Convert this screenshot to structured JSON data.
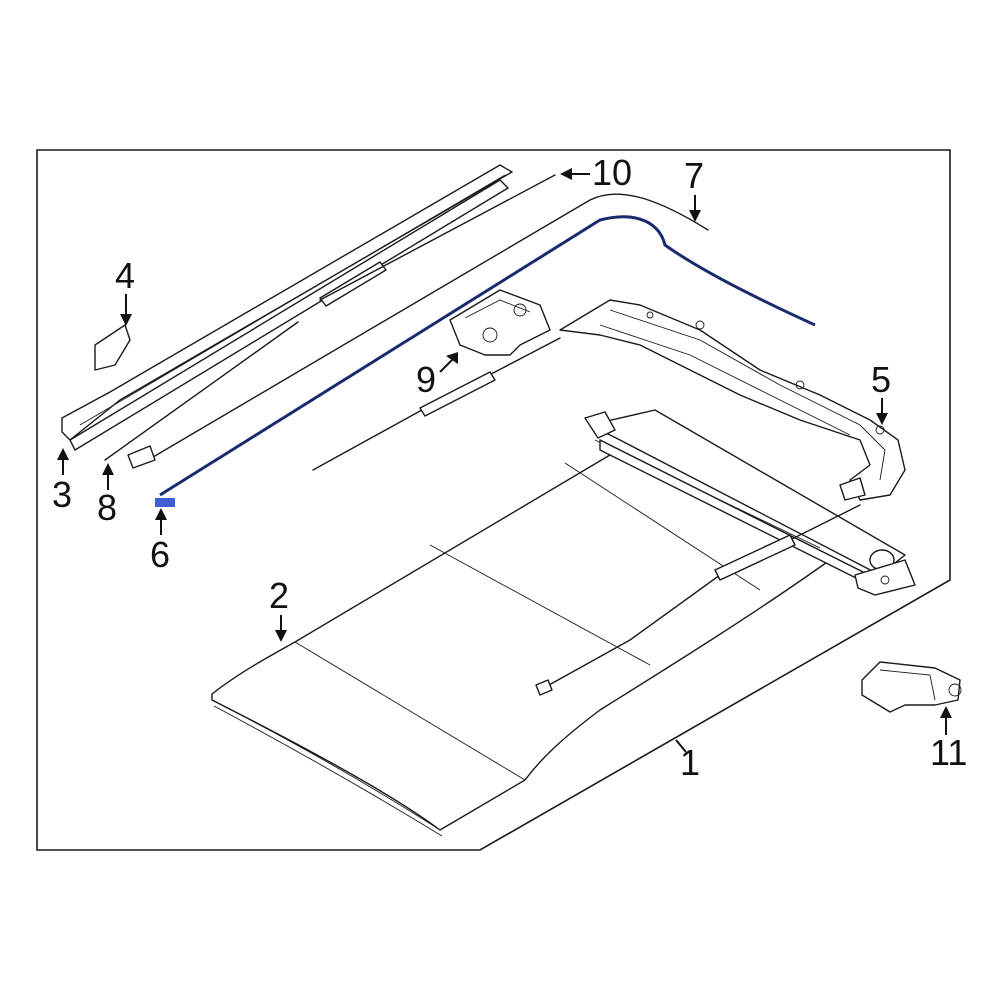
{
  "diagram": {
    "highlight_color": "#1a2a6c",
    "clip_color": "#3f5fd0",
    "callouts": [
      {
        "id": "c1",
        "label": "1"
      },
      {
        "id": "c2",
        "label": "2"
      },
      {
        "id": "c3",
        "label": "3"
      },
      {
        "id": "c4",
        "label": "4"
      },
      {
        "id": "c5",
        "label": "5"
      },
      {
        "id": "c6",
        "label": "6"
      },
      {
        "id": "c7",
        "label": "7"
      },
      {
        "id": "c8",
        "label": "8"
      },
      {
        "id": "c9",
        "label": "9"
      },
      {
        "id": "c10",
        "label": "10"
      },
      {
        "id": "c11",
        "label": "11"
      }
    ]
  }
}
